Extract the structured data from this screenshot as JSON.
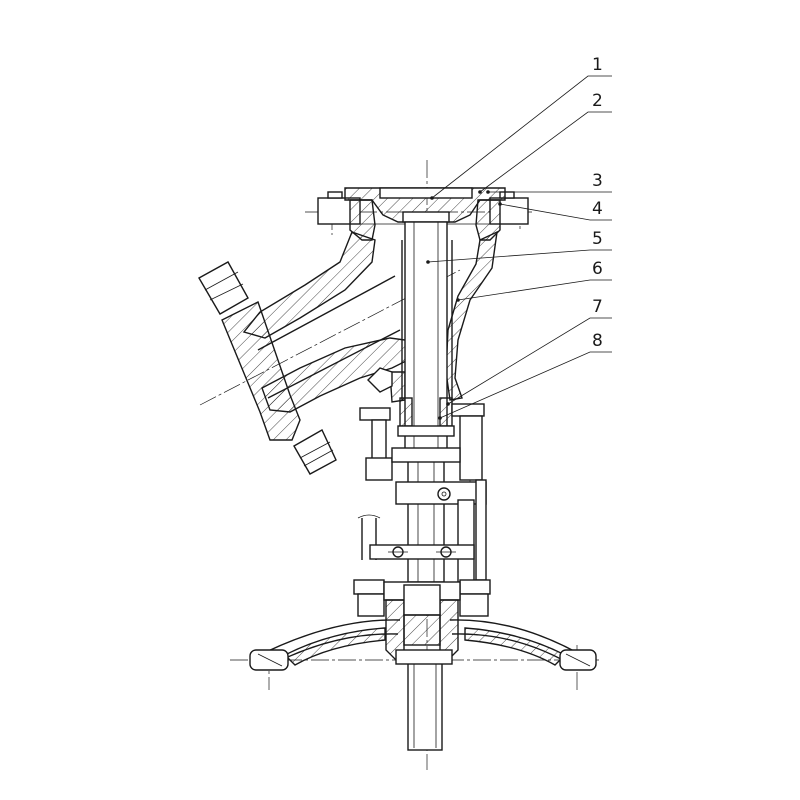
{
  "figure": {
    "callouts": [
      {
        "label": "1"
      },
      {
        "label": "2"
      },
      {
        "label": "3"
      },
      {
        "label": "4"
      },
      {
        "label": "5"
      },
      {
        "label": "6"
      },
      {
        "label": "7"
      },
      {
        "label": "8"
      }
    ]
  }
}
